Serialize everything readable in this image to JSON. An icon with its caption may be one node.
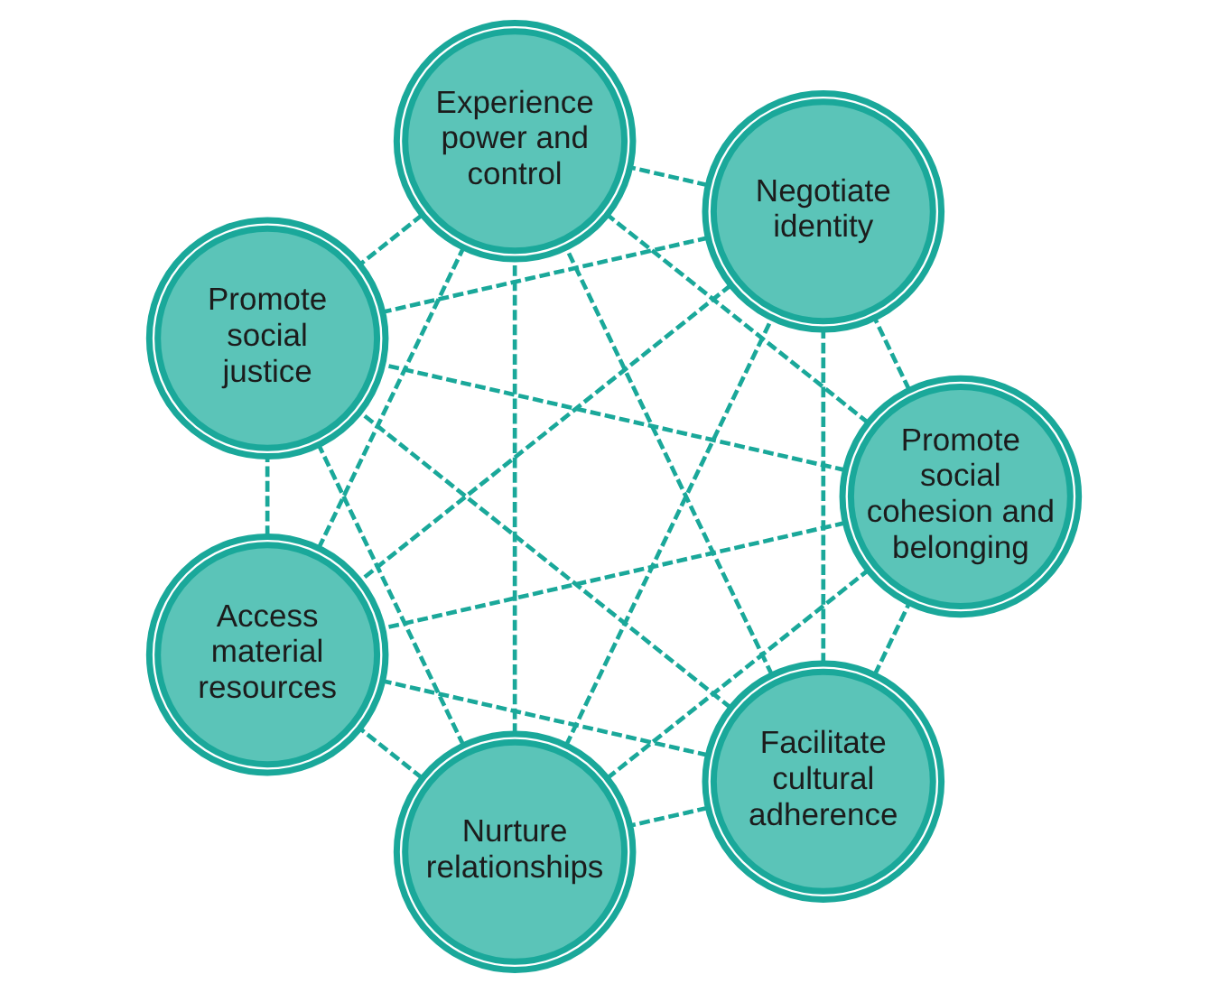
{
  "diagram": {
    "nodes": [
      {
        "text": [
          "Facilitate cultural adherence"
        ]
      },
      {
        "text": [
          "Nurture relationships"
        ]
      },
      {
        "text": [
          "Promote social cohesion and belonging"
        ]
      },
      {
        "text": [
          "Negotiate identity"
        ]
      },
      {
        "text": [
          "Access material resources"
        ]
      },
      {
        "text": [
          "Experience power and control"
        ]
      },
      {
        "text": [
          "Promote social justice"
        ]
      }
    ],
    "edges": [
      {
        "from": 0,
        "to": 1,
        "arrow": "none",
        "style": "dashed"
      },
      {
        "from": 0,
        "to": 2,
        "arrow": "none",
        "style": "dashed"
      },
      {
        "from": 0,
        "to": 3,
        "arrow": "none",
        "style": "dashed"
      },
      {
        "from": 0,
        "to": 4,
        "arrow": "none",
        "style": "dashed"
      },
      {
        "from": 0,
        "to": 5,
        "arrow": "none",
        "style": "dashed"
      },
      {
        "from": 0,
        "to": 6,
        "arrow": "none",
        "style": "dashed"
      },
      {
        "from": 1,
        "to": 2,
        "arrow": "none",
        "style": "dashed"
      },
      {
        "from": 1,
        "to": 3,
        "arrow": "none",
        "style": "dashed"
      },
      {
        "from": 1,
        "to": 4,
        "arrow": "none",
        "style": "dashed"
      },
      {
        "from": 1,
        "to": 5,
        "arrow": "none",
        "style": "dashed"
      },
      {
        "from": 1,
        "to": 6,
        "arrow": "none",
        "style": "dashed"
      },
      {
        "from": 2,
        "to": 3,
        "arrow": "none",
        "style": "dashed"
      },
      {
        "from": 2,
        "to": 4,
        "arrow": "none",
        "style": "dashed"
      },
      {
        "from": 2,
        "to": 5,
        "arrow": "none",
        "style": "dashed"
      },
      {
        "from": 2,
        "to": 6,
        "arrow": "none",
        "style": "dashed"
      },
      {
        "from": 3,
        "to": 4,
        "arrow": "none",
        "style": "dashed"
      },
      {
        "from": 3,
        "to": 5,
        "arrow": "none",
        "style": "dashed"
      },
      {
        "from": 3,
        "to": 6,
        "arrow": "none",
        "style": "dashed"
      },
      {
        "from": 4,
        "to": 5,
        "arrow": "none",
        "style": "dashed"
      },
      {
        "from": 4,
        "to": 6,
        "arrow": "none",
        "style": "dashed"
      },
      {
        "from": 5,
        "to": 6,
        "arrow": "none",
        "style": "dashed"
      }
    ]
  }
}
